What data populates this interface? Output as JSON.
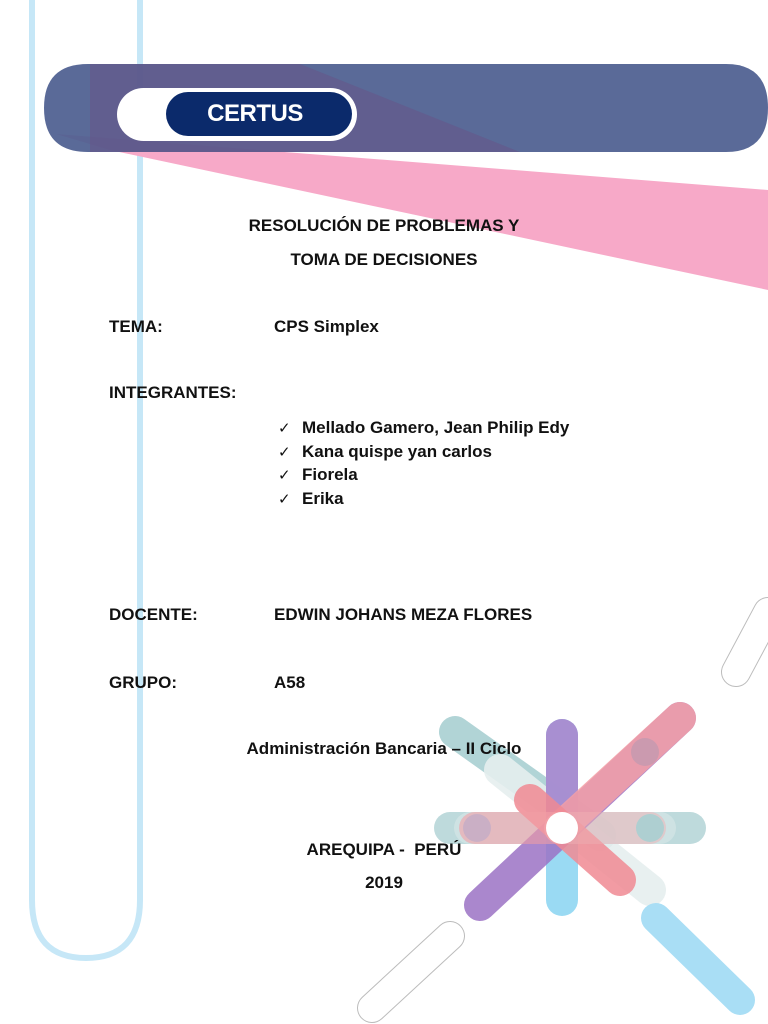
{
  "header": {
    "logo_text": "CERTUS"
  },
  "course": {
    "title_line1": "RESOLUCIÓN DE PROBLEMAS Y",
    "title_line2": "TOMA DE DECISIONES"
  },
  "fields": {
    "tema_label": "TEMA:",
    "tema_value": "CPS Simplex",
    "integrantes_label": "INTEGRANTES:",
    "members": [
      "Mellado Gamero, Jean Philip Edy",
      "Kana quispe yan carlos",
      "Fiorela",
      "Erika"
    ],
    "check_glyph": "✓",
    "docente_label": "DOCENTE:",
    "docente_value": "EDWIN JOHANS MEZA FLORES",
    "grupo_label": "GRUPO:",
    "grupo_value": "A58"
  },
  "program": "Administración Bancaria – II Ciclo",
  "location": "AREQUIPA -  PERÚ",
  "year": "2019",
  "colors": {
    "banner_navy": "#475a8c",
    "pink_band": "#f4a6c6",
    "light_blue_frame": "#c9e8f7",
    "logo_navy": "#0b2a6b",
    "burst_purple": "#9b72c4",
    "burst_pink": "#f08a93",
    "burst_teal": "#a9cfd2",
    "burst_blue": "#8fd6f2"
  }
}
